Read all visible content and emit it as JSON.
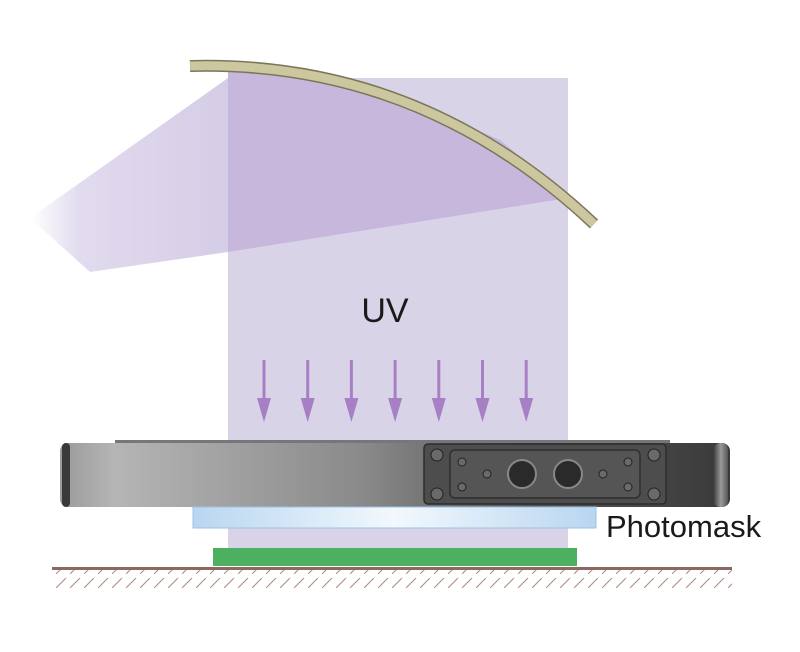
{
  "labels": {
    "uv": "UV",
    "photomask": "Photomask"
  },
  "colors": {
    "beam": "#d9d3e8",
    "beam_overlap": "#c7b7dc",
    "mirror": "#cdc7a0",
    "arrow": "#a77fc4",
    "stage_dark": "#4a4a4a",
    "stage_light": "#b8b8b8",
    "photomask": "#cfe3f5",
    "substrate": "#4cb060",
    "floor": "#8a6a60"
  },
  "arrow_count": 7
}
